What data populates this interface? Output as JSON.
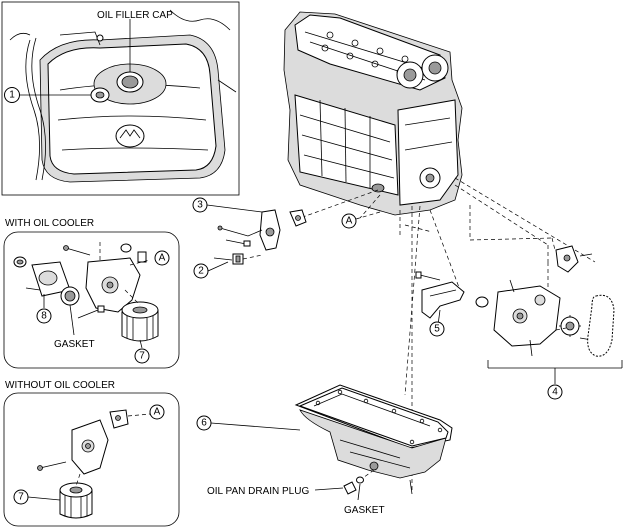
{
  "labels": {
    "oil_filler_cap": "OIL FILLER CAP",
    "with_oil_cooler": "WITH OIL COOLER",
    "without_oil_cooler": "WITHOUT OIL COOLER",
    "gasket_cooler": "GASKET",
    "oil_pan_drain_plug": "OIL PAN DRAIN PLUG",
    "gasket_drain": "GASKET"
  },
  "callouts": {
    "c1": "1",
    "c2": "2",
    "c3": "3",
    "c4": "4",
    "c5": "5",
    "c6": "6",
    "c7_cooler": "7",
    "c7_no_cooler": "7",
    "c8": "8"
  },
  "refs": {
    "a_engine": "A",
    "a_cooler": "A",
    "a_no_cooler": "A"
  }
}
